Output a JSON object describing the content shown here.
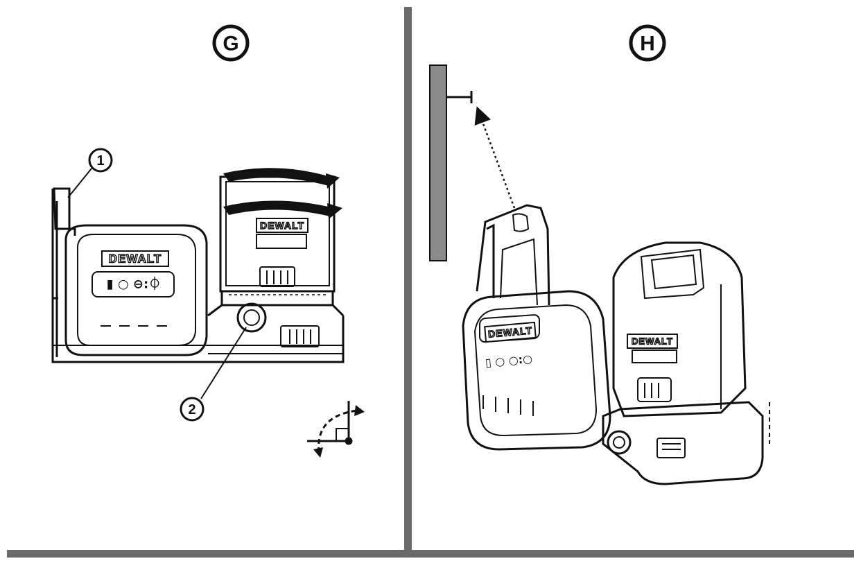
{
  "panels": {
    "left": {
      "letter": "G"
    },
    "right": {
      "letter": "H"
    }
  },
  "callouts": {
    "one": "1",
    "two": "2"
  },
  "device": {
    "brand": "DEWALT",
    "brand_small": "DEWALT",
    "indicator_left": "▮ ○ ⊖:⏀",
    "indicator_right": "▯ ○ ○:○"
  },
  "colors": {
    "line": "#111111",
    "divider": "#6a6a6a",
    "wall": "#8a8a8a"
  }
}
